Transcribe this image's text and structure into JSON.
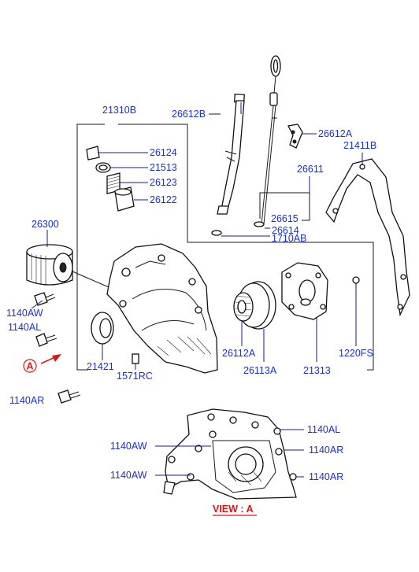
{
  "labels": {
    "p21310B": "21310B",
    "p26612B": "26612B",
    "p26612A": "26612A",
    "p21411B": "21411B",
    "p26124": "26124",
    "p21513": "21513",
    "p26123": "26123",
    "p26122": "26122",
    "p26611": "26611",
    "p26615": "26615",
    "p26614": "26614",
    "p1710AB": "1710AB",
    "p26300": "26300",
    "p1140AW_a": "1140AW",
    "p1140AL_a": "1140AL",
    "p21421": "21421",
    "p1571RC": "1571RC",
    "p26112A": "26112A",
    "p26113A": "26113A",
    "p21313": "21313",
    "p1220FS": "1220FS",
    "p1140AR_a": "1140AR",
    "p1140AW_b": "1140AW",
    "p1140AW_c": "1140AW",
    "p1140AL_b": "1140AL",
    "p1140AR_b": "1140AR",
    "p1140AR_c": "1140AR",
    "callout_a": "A",
    "view_label": "VIEW : A"
  },
  "colors": {
    "label_blue": "#1a2fd0",
    "callout_red": "#d81818",
    "line_dark": "#1a1a1a"
  }
}
